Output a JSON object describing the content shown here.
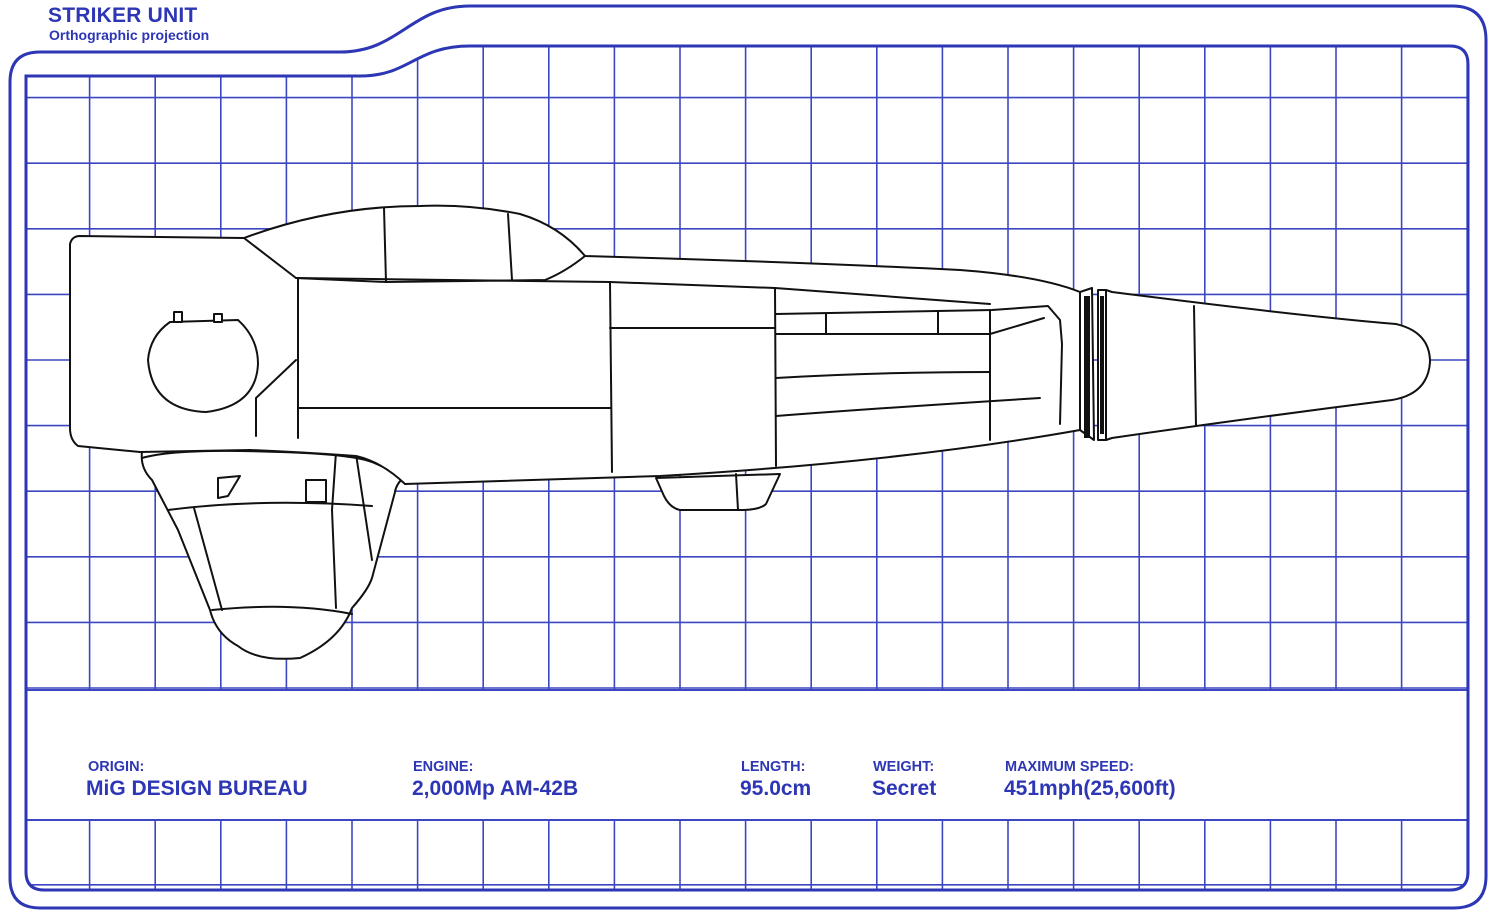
{
  "header": {
    "title": "STRIKER UNIT",
    "subtitle": "Orthographic projection"
  },
  "specs": [
    {
      "label": "ORIGIN:",
      "value": "MiG DESIGN BUREAU"
    },
    {
      "label": "ENGINE:",
      "value": "2,000Mp AM-42B"
    },
    {
      "label": "LENGTH:",
      "value": "95.0cm"
    },
    {
      "label": "WEIGHT:",
      "value": "Secret"
    },
    {
      "label": "MAXIMUM SPEED:",
      "value": "451mph(25,600ft)"
    }
  ],
  "colors": {
    "frame": "#2d36b4",
    "grid": "#3e47c2",
    "drawing": "#111111",
    "paper": "#ffffff"
  }
}
